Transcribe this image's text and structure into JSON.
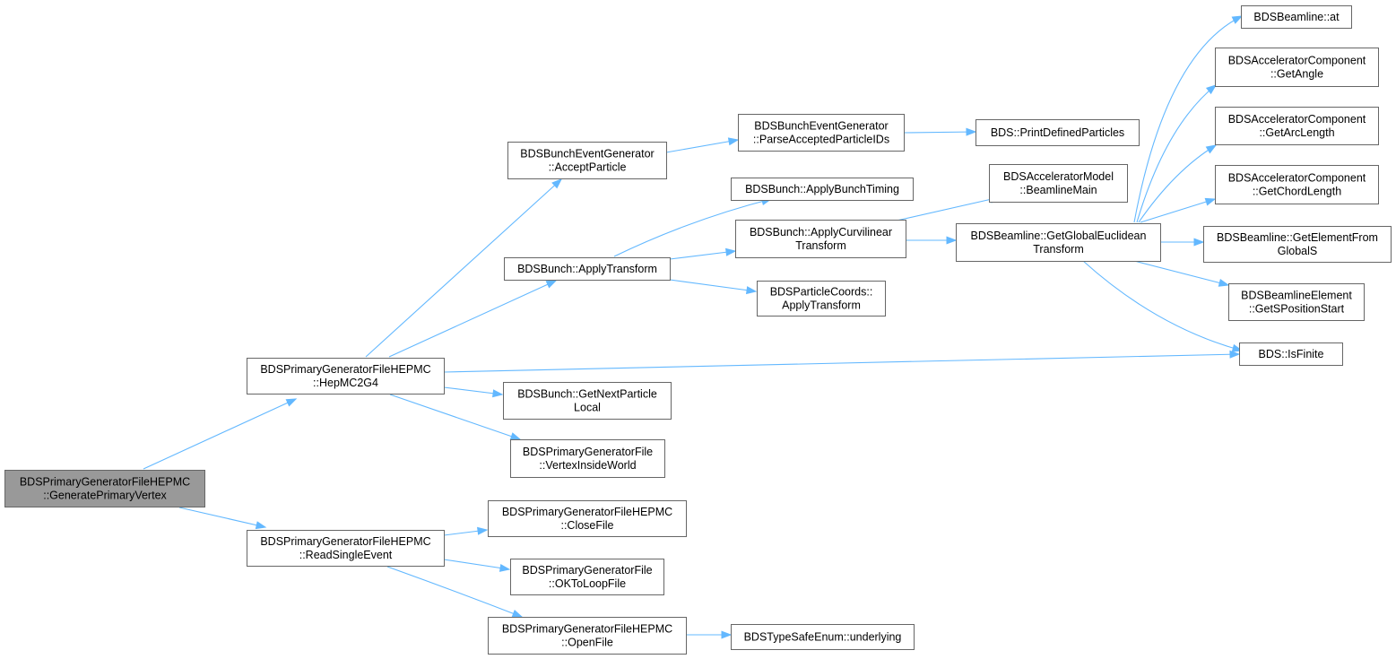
{
  "diagram": {
    "nodes": {
      "root": [
        "BDSPrimaryGeneratorFileHEPMC",
        "::GeneratePrimaryVertex"
      ],
      "hepmc2g4": [
        "BDSPrimaryGeneratorFileHEPMC",
        "::HepMC2G4"
      ],
      "readsingle": [
        "BDSPrimaryGeneratorFileHEPMC",
        "::ReadSingleEvent"
      ],
      "accept": [
        "BDSBunchEventGenerator",
        "::AcceptParticle"
      ],
      "parseids": [
        "BDSBunchEventGenerator",
        "::ParseAcceptedParticleIDs"
      ],
      "printdef": [
        "BDS::PrintDefinedParticles"
      ],
      "applytransform": [
        "BDSBunch::ApplyTransform"
      ],
      "bunchtiming": [
        "BDSBunch::ApplyBunchTiming"
      ],
      "curvilinear": [
        "BDSBunch::ApplyCurvilinear",
        "Transform"
      ],
      "particlecoords": [
        "BDSParticleCoords::",
        "ApplyTransform"
      ],
      "beamlinemain": [
        "BDSAcceleratorModel",
        "::BeamlineMain"
      ],
      "globaleuclid": [
        "BDSBeamline::GetGlobalEuclidean",
        "Transform"
      ],
      "at": [
        "BDSBeamline::at"
      ],
      "getangle": [
        "BDSAcceleratorComponent",
        "::GetAngle"
      ],
      "getarclength": [
        "BDSAcceleratorComponent",
        "::GetArcLength"
      ],
      "getchordlength": [
        "BDSAcceleratorComponent",
        "::GetChordLength"
      ],
      "elementfromglobals": [
        "BDSBeamline::GetElementFrom",
        "GlobalS"
      ],
      "spositionstart": [
        "BDSBeamlineElement",
        "::GetSPositionStart"
      ],
      "isfinite": [
        "BDS::IsFinite"
      ],
      "nextparticle": [
        "BDSBunch::GetNextParticle",
        "Local"
      ],
      "vertexinside": [
        "BDSPrimaryGeneratorFile",
        "::VertexInsideWorld"
      ],
      "closefile": [
        "BDSPrimaryGeneratorFileHEPMC",
        "::CloseFile"
      ],
      "oktoloop": [
        "BDSPrimaryGeneratorFile",
        "::OKToLoopFile"
      ],
      "openfile": [
        "BDSPrimaryGeneratorFileHEPMC",
        "::OpenFile"
      ],
      "underlying": [
        "BDSTypeSafeEnum::underlying"
      ]
    },
    "edges": [
      [
        "root",
        "hepmc2g4"
      ],
      [
        "root",
        "readsingle"
      ],
      [
        "hepmc2g4",
        "accept"
      ],
      [
        "hepmc2g4",
        "applytransform"
      ],
      [
        "hepmc2g4",
        "isfinite"
      ],
      [
        "hepmc2g4",
        "nextparticle"
      ],
      [
        "hepmc2g4",
        "vertexinside"
      ],
      [
        "accept",
        "parseids"
      ],
      [
        "parseids",
        "printdef"
      ],
      [
        "applytransform",
        "bunchtiming"
      ],
      [
        "applytransform",
        "curvilinear"
      ],
      [
        "applytransform",
        "particlecoords"
      ],
      [
        "curvilinear",
        "beamlinemain"
      ],
      [
        "curvilinear",
        "globaleuclid"
      ],
      [
        "globaleuclid",
        "at"
      ],
      [
        "globaleuclid",
        "getangle"
      ],
      [
        "globaleuclid",
        "getarclength"
      ],
      [
        "globaleuclid",
        "getchordlength"
      ],
      [
        "globaleuclid",
        "elementfromglobals"
      ],
      [
        "globaleuclid",
        "spositionstart"
      ],
      [
        "globaleuclid",
        "isfinite"
      ],
      [
        "readsingle",
        "closefile"
      ],
      [
        "readsingle",
        "oktoloop"
      ],
      [
        "readsingle",
        "openfile"
      ],
      [
        "openfile",
        "underlying"
      ]
    ],
    "colors": {
      "edge": "#63b8ff",
      "node_border": "#666666",
      "root_fill": "#999999",
      "node_fill": "#ffffff"
    }
  }
}
